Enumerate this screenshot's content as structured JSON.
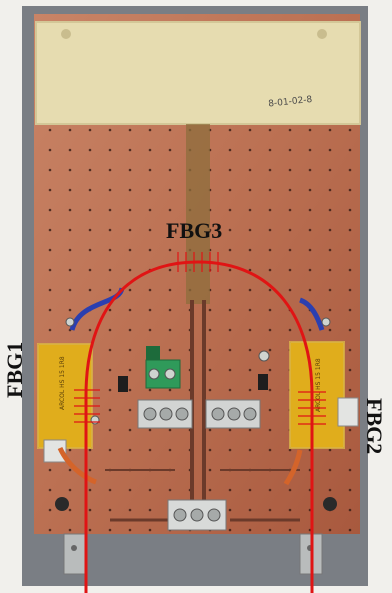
{
  "labels": {
    "fbg1": "FBG1",
    "fbg2": "FBG2",
    "fbg3": "FBG3"
  },
  "annotation": "8-01-02-8",
  "colors": {
    "background": "#f4f4f2",
    "copper": "#c0785a",
    "copper_dark": "#8c4a32",
    "tape": "#e6dcb0",
    "fiber": "#e01414",
    "resistor": "#e0ad1c",
    "terminal_green": "#2f9a5a",
    "blue_wire": "#2b3fb0",
    "orange_wire": "#d4642a"
  }
}
